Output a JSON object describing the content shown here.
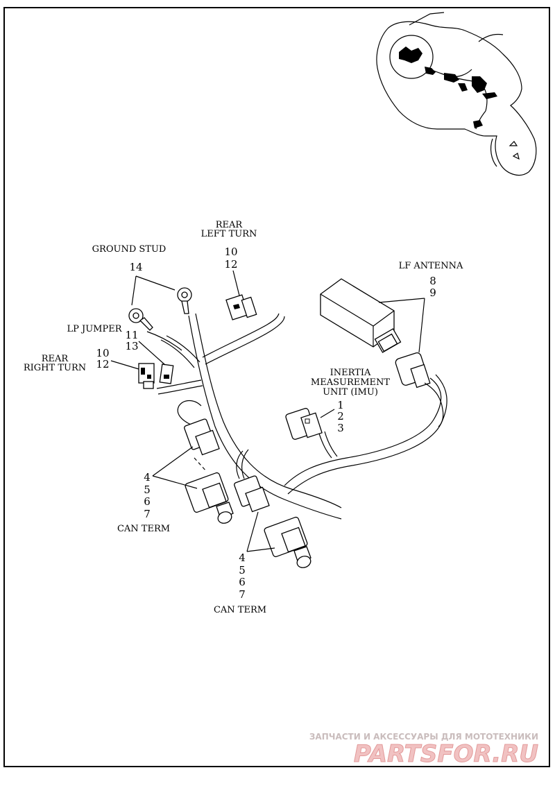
{
  "labels": {
    "rear_left_turn": [
      "REAR",
      "LEFT TURN"
    ],
    "rear_left_turn_nums": [
      "10",
      "12"
    ],
    "ground_stud": "GROUND STUD",
    "ground_stud_num": "14",
    "lf_antenna": "LF ANTENNA",
    "lf_antenna_nums": [
      "8",
      "9"
    ],
    "lp_jumper": "LP JUMPER",
    "lp_jumper_nums": [
      "11",
      "13"
    ],
    "rear_right_turn": [
      "REAR",
      "RIGHT TURN"
    ],
    "rear_right_turn_nums": [
      "10",
      "12"
    ],
    "imu": [
      "INERTIA",
      "MEASUREMENT",
      "UNIT (IMU)"
    ],
    "imu_nums": [
      "1",
      "2",
      "3"
    ],
    "can_term_left_nums": [
      "4",
      "5",
      "6",
      "7"
    ],
    "can_term_left": "CAN TERM",
    "can_term_right_nums": [
      "4",
      "5",
      "6",
      "7"
    ],
    "can_term_right": "CAN TERM"
  },
  "watermark": {
    "tagline": "ЗАПЧАСТИ И АКСЕССУАРЫ ДЛЯ МОТОТЕХНИКИ",
    "brand": "PARTSFOR.RU"
  }
}
